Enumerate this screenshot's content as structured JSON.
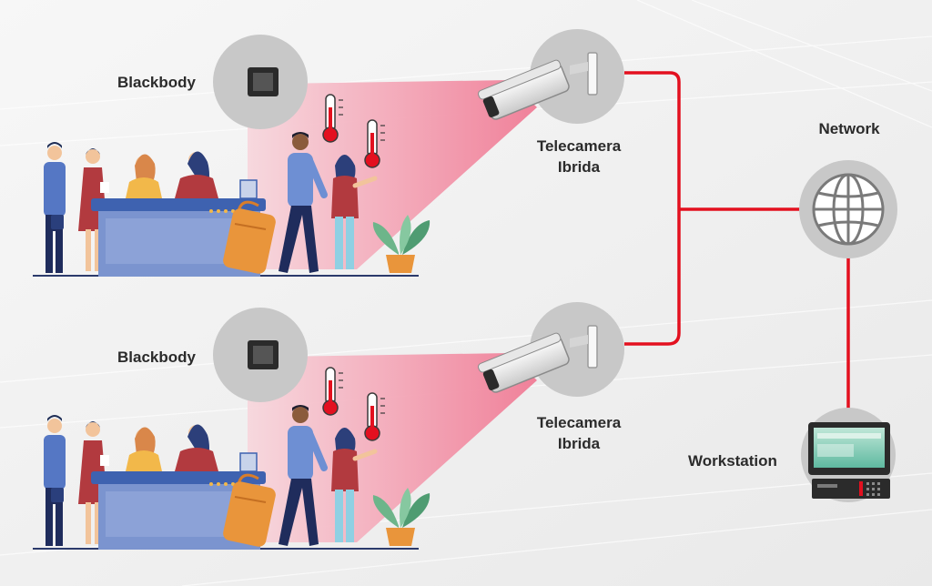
{
  "labels": {
    "blackbody_top": "Blackbody",
    "blackbody_bottom": "Blackbody",
    "camera_top_line1": "Telecamera",
    "camera_top_line2": "Ibrida",
    "camera_bottom_line1": "Telecamera",
    "camera_bottom_line2": "Ibrida",
    "network": "Network",
    "workstation": "Workstation"
  },
  "colors": {
    "network_line": "#e3101f",
    "cone_start": "#f6d2d9",
    "cone_end": "#f06f8c",
    "gray_circle": "#c8c8c8",
    "desk_blue": "#6d88c9",
    "uniform_red": "#a93a3e",
    "suit_blue": "#304a8c"
  },
  "icons": {
    "blackbody": "blackbody-device-icon",
    "camera": "hybrid-camera-icon",
    "network": "globe-icon",
    "workstation": "computer-workstation-icon",
    "thermometer": "thermometer-icon"
  }
}
